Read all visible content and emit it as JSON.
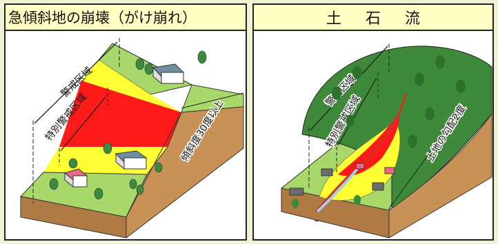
{
  "panels": [
    {
      "title": "急傾斜地の崩壊（がけ崩れ）",
      "labels": {
        "warning_zone": "警戒区域",
        "special_zone": "特別警戒区域",
        "slope": "傾斜度30度以上"
      }
    },
    {
      "title": "土 石 流",
      "labels": {
        "warning_zone": "警戒区域",
        "special_zone": "特別警戒区域",
        "slope": "土地の勾配2度"
      }
    }
  ],
  "colors": {
    "background": "#f1f1d4",
    "title_bar": "#ffffc4",
    "warning_zone": "#ffff33",
    "special_zone": "#ff1a1a",
    "grass": "#a9d86a",
    "soil": "#c89256",
    "forest": "#3e8a3a"
  }
}
